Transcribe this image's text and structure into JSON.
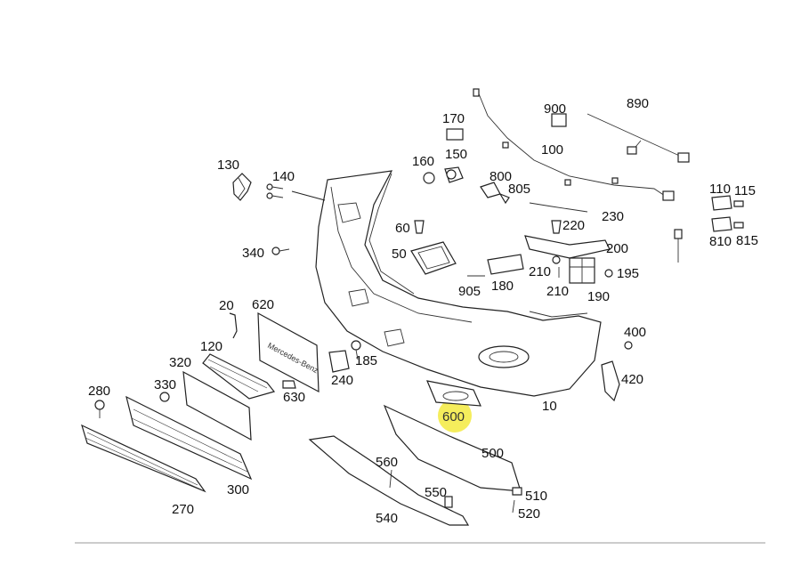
{
  "highlight": {
    "part_number": "600",
    "color": "#f3ea40"
  },
  "labels": {
    "p130": "130",
    "p140": "140",
    "p340": "340",
    "p170": "170",
    "p150": "150",
    "p160": "160",
    "p60": "60",
    "p50": "50",
    "p800": "800",
    "p805": "805",
    "p900": "900",
    "p890": "890",
    "p100": "100",
    "p230": "230",
    "p220": "220",
    "p200": "200",
    "p210a": "210",
    "p210b": "210",
    "p190": "190",
    "p195": "195",
    "p905": "905",
    "p180": "180",
    "p110": "110",
    "p115": "115",
    "p810": "810",
    "p815": "815",
    "p20": "20",
    "p620": "620",
    "p120": "120",
    "p320": "320",
    "p330": "330",
    "p280": "280",
    "p185": "185",
    "p240": "240",
    "p630": "630",
    "p400": "400",
    "p420": "420",
    "p10": "10",
    "p600": "600",
    "p500": "500",
    "p560": "560",
    "p550": "550",
    "p510": "510",
    "p520": "520",
    "p540": "540",
    "p300": "300",
    "p270": "270"
  },
  "plate_text": "Mercedes-Benz"
}
